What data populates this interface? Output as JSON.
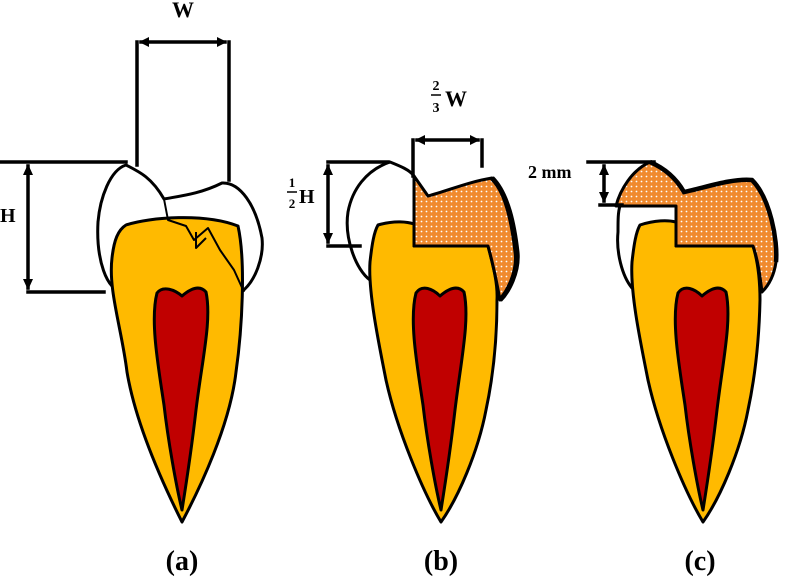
{
  "colors": {
    "dentin": "#FFBA00",
    "pulp": "#C00000",
    "enamel": "#FFFFFF",
    "restoration": "#F08A2E",
    "restoration_dots": "#FFFFFF",
    "outline": "#000000"
  },
  "panels": [
    {
      "label": "(a)",
      "width_label": "W",
      "height_label": "H"
    },
    {
      "label": "(b)",
      "width_label": {
        "num": "2",
        "den": "3",
        "var": "W"
      },
      "height_label": {
        "num": "1",
        "den": "2",
        "var": "H"
      }
    },
    {
      "label": "(c)",
      "depth_label": "2 mm"
    }
  ]
}
